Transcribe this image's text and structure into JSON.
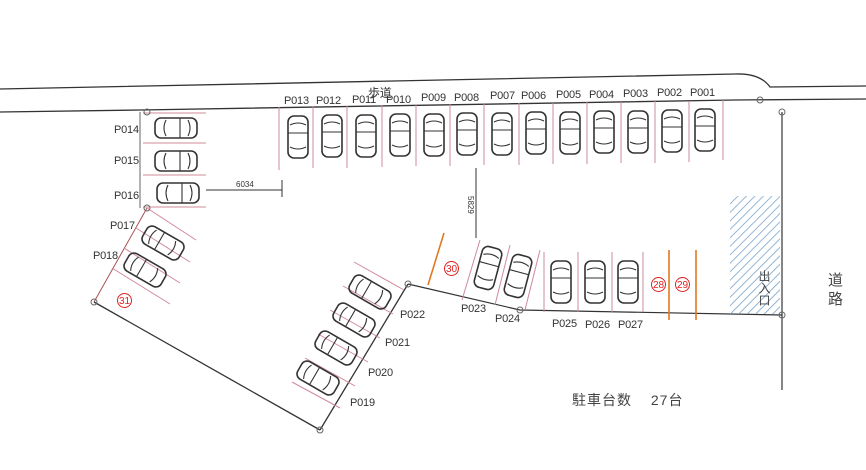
{
  "labels": {
    "sidewalk": "歩道",
    "road": "道路",
    "entrance": "出入口",
    "total": "駐車台数",
    "total_count": "27台",
    "dim_6034": "6034",
    "dim_5829": "5829"
  },
  "spaces_top": [
    "P013",
    "P012",
    "P011",
    "P010",
    "P009",
    "P008",
    "P007",
    "P006",
    "P005",
    "P004",
    "P003",
    "P002",
    "P001"
  ],
  "spaces_left": [
    "P014",
    "P015",
    "P016"
  ],
  "spaces_diag_left": [
    "P017",
    "P018"
  ],
  "spaces_diag_mid": [
    "P022",
    "P021",
    "P020",
    "P019"
  ],
  "spaces_bottom": [
    "P023",
    "P024",
    "P025",
    "P026",
    "P027"
  ],
  "markers": [
    "28",
    "29",
    "30",
    "31"
  ],
  "colors": {
    "line": "#333333",
    "space_line": "#d08a9a",
    "marker": "#dd2222",
    "orange": "#e07a1f",
    "hatch": "#7aa3c8"
  }
}
